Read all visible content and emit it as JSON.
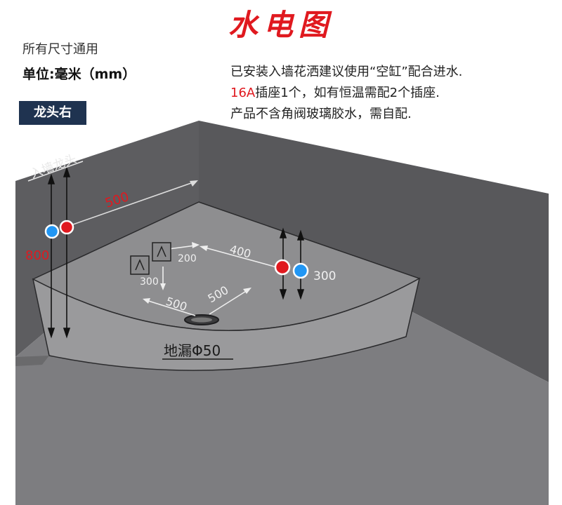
{
  "title": "水电图",
  "subtitle": "所有尺寸通用",
  "unit": "单位:毫米（mm）",
  "badge": "龙头右",
  "notes": {
    "line1": "已安装入墙花洒建议使用“空缸”配合进水.",
    "line2_highlight": "16A",
    "line2_rest": "插座1个，如有恒温需配2个插座.",
    "line3": "产品不含角阀玻璃胶水，需自配."
  },
  "labels": {
    "faucet": "入墙龙头",
    "d500_top": "500",
    "d800": "800",
    "d400": "400",
    "d200": "200",
    "d300_socket": "300",
    "d300_right": "300",
    "d500_left": "500",
    "d500_right": "500",
    "drain": "地漏Φ50"
  },
  "colors": {
    "title": "#e0191f",
    "hot": "#e0191f",
    "cold": "#2196f3",
    "wall": "#5a5a5c",
    "floor": "#7b7b7d"
  }
}
